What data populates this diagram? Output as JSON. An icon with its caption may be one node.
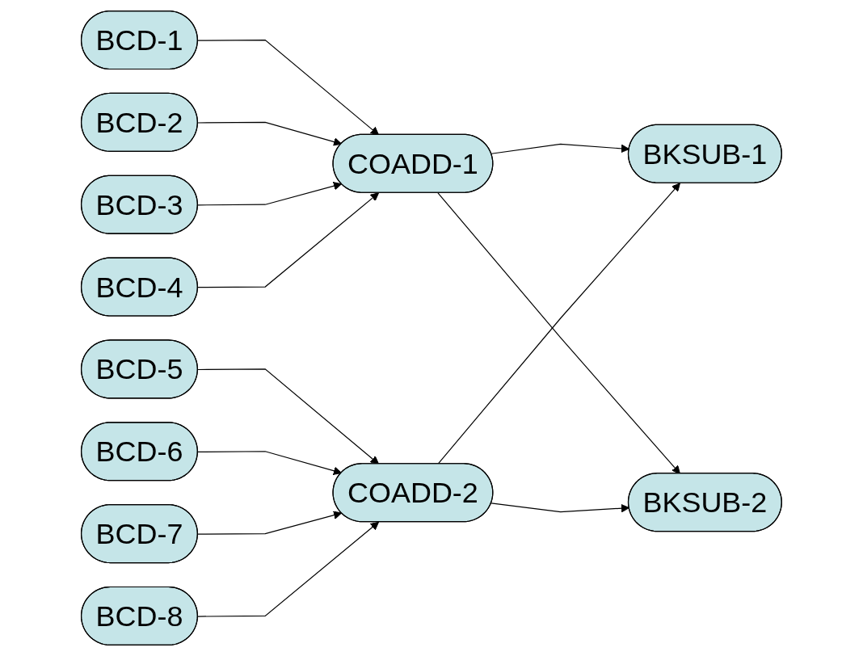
{
  "diagram": {
    "nodes": [
      {
        "text": [
          "BCD-1"
        ]
      },
      {
        "text": [
          "BCD-2"
        ]
      },
      {
        "text": [
          "BCD-3"
        ]
      },
      {
        "text": [
          "BCD-4"
        ]
      },
      {
        "text": [
          "BCD-5"
        ]
      },
      {
        "text": [
          "BCD-6"
        ]
      },
      {
        "text": [
          "BCD-7"
        ]
      },
      {
        "text": [
          "BCD-8"
        ]
      },
      {
        "text": [
          "COADD-1"
        ]
      },
      {
        "text": [
          "COADD-2"
        ]
      },
      {
        "text": [
          "BKSUB-1"
        ]
      },
      {
        "text": [
          "BKSUB-2"
        ]
      }
    ],
    "edges": [
      {
        "from": 0,
        "to": 8,
        "arrow": "to"
      },
      {
        "from": 1,
        "to": 8,
        "arrow": "to"
      },
      {
        "from": 2,
        "to": 8,
        "arrow": "to"
      },
      {
        "from": 3,
        "to": 8,
        "arrow": "to"
      },
      {
        "from": 4,
        "to": 9,
        "arrow": "to"
      },
      {
        "from": 5,
        "to": 9,
        "arrow": "to"
      },
      {
        "from": 6,
        "to": 9,
        "arrow": "to"
      },
      {
        "from": 7,
        "to": 9,
        "arrow": "to"
      },
      {
        "from": 8,
        "to": 10,
        "arrow": "to"
      },
      {
        "from": 8,
        "to": 11,
        "arrow": "to"
      },
      {
        "from": 9,
        "to": 10,
        "arrow": "to"
      },
      {
        "from": 9,
        "to": 11,
        "arrow": "to"
      }
    ]
  }
}
